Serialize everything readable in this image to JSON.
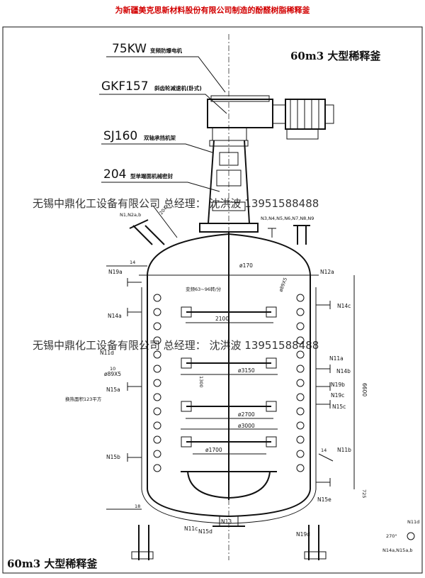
{
  "page_title": "为新疆美克思新材料股份有限公司制造的酚醛树脂稀释釜",
  "header_title": "60m3  大型稀释釜",
  "footer_title": "60m3  大型稀释釜",
  "watermark_1": "无锡中鼎化工设备有限公司   总经理：  沈洪波   13951588488",
  "watermark_2": "无锡中鼎化工设备有限公司   总经理：  沈洪波   13951588488",
  "callouts": {
    "motor_code": "75KW",
    "motor_desc": "变频防爆电机",
    "reducer_code": "GKF157",
    "reducer_desc": "斜齿轮减速机(卧式)",
    "frame_code": "SJ160",
    "frame_desc": "双轴承挡机架",
    "seal_code": "204",
    "seal_desc": "型单端面机械密封"
  },
  "nozzles": {
    "n1": "N1,N2a,b",
    "n3": "N3,N4,N5,N6,N7,N8,N9",
    "n12a": "N12a",
    "n13": "N13",
    "n14a": "N14a",
    "n14c": "N14c",
    "n14b": "N14b",
    "n14ab": "N14a,N15a,b",
    "n11a": "N11a",
    "n11b": "N11b",
    "n11c": "N11c",
    "n11d": "N11d",
    "n15a": "N15a",
    "n15b": "N15b",
    "n15c": "N15c",
    "n15d": "N15d",
    "n15e": "N15e",
    "n19a": "N19a",
    "n19b": "N19b",
    "n19c": "N19c",
    "n19d": "N19d",
    "n11c_low": "N11c",
    "n15_low": "N15d",
    "n11d_right": "N11d"
  },
  "dimensions": {
    "d170": "ø170",
    "d2100": "2100",
    "d3150": "ø3150",
    "d2700": "ø2700",
    "d3000": "ø3000",
    "d1700": "ø1700",
    "d89x5": "ø89X5",
    "d89x5_r": "ø89X5",
    "d6600": "6600",
    "d1300": "1300",
    "d725": "725",
    "d14_top": "14",
    "d14_r": "14",
    "d18": "18",
    "d10": "10",
    "d204": "204",
    "d270": "270°",
    "speed": "变频63~96转/分",
    "coil_area": "换热面积123平方"
  }
}
